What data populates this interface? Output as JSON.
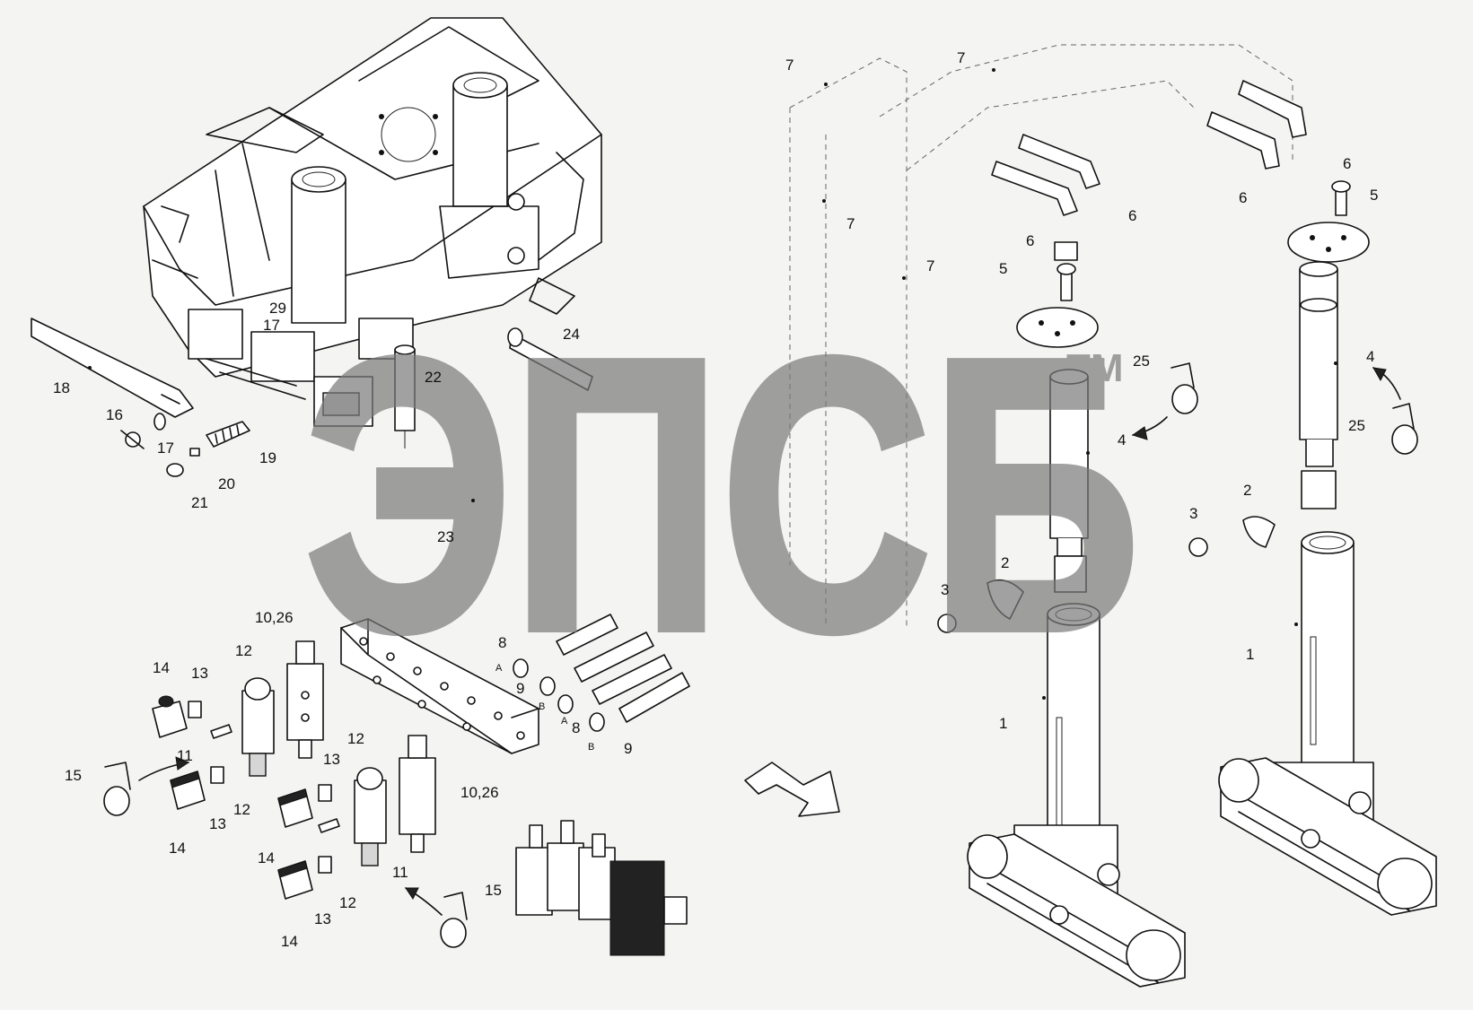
{
  "watermark": {
    "brand": "ЭПСБ",
    "trademark": "TM",
    "color": "#8a8a8a"
  },
  "callouts": [
    {
      "id": "c7a",
      "text": "7"
    },
    {
      "id": "c7b",
      "text": "7"
    },
    {
      "id": "c7c",
      "text": "7"
    },
    {
      "id": "c7d",
      "text": "7"
    },
    {
      "id": "c6a",
      "text": "6"
    },
    {
      "id": "c6b",
      "text": "6"
    },
    {
      "id": "c6c",
      "text": "6"
    },
    {
      "id": "c6d",
      "text": "6"
    },
    {
      "id": "c5a",
      "text": "5"
    },
    {
      "id": "c5b",
      "text": "5"
    },
    {
      "id": "c4a",
      "text": "4"
    },
    {
      "id": "c4b",
      "text": "4"
    },
    {
      "id": "c25a",
      "text": "25"
    },
    {
      "id": "c25b",
      "text": "25"
    },
    {
      "id": "c3a",
      "text": "3"
    },
    {
      "id": "c3b",
      "text": "3"
    },
    {
      "id": "c2a",
      "text": "2"
    },
    {
      "id": "c2b",
      "text": "2"
    },
    {
      "id": "c1a",
      "text": "1"
    },
    {
      "id": "c1b",
      "text": "1"
    },
    {
      "id": "c29",
      "text": "29"
    },
    {
      "id": "c17a",
      "text": "17"
    },
    {
      "id": "c17b",
      "text": "17"
    },
    {
      "id": "c24",
      "text": "24"
    },
    {
      "id": "c22",
      "text": "22"
    },
    {
      "id": "c18",
      "text": "18"
    },
    {
      "id": "c16",
      "text": "16"
    },
    {
      "id": "c19",
      "text": "19"
    },
    {
      "id": "c20",
      "text": "20"
    },
    {
      "id": "c21",
      "text": "21"
    },
    {
      "id": "c23",
      "text": "23"
    },
    {
      "id": "c1026a",
      "text": "10,26"
    },
    {
      "id": "c1026b",
      "text": "10,26"
    },
    {
      "id": "c8a",
      "text": "8"
    },
    {
      "id": "c8b",
      "text": "8"
    },
    {
      "id": "c9a",
      "text": "9"
    },
    {
      "id": "c9b",
      "text": "9"
    },
    {
      "id": "cA1",
      "text": "A"
    },
    {
      "id": "cA2",
      "text": "A"
    },
    {
      "id": "cB1",
      "text": "B"
    },
    {
      "id": "cB2",
      "text": "B"
    },
    {
      "id": "c14a",
      "text": "14"
    },
    {
      "id": "c14b",
      "text": "14"
    },
    {
      "id": "c14c",
      "text": "14"
    },
    {
      "id": "c14d",
      "text": "14"
    },
    {
      "id": "c13a",
      "text": "13"
    },
    {
      "id": "c13b",
      "text": "13"
    },
    {
      "id": "c13c",
      "text": "13"
    },
    {
      "id": "c13d",
      "text": "13"
    },
    {
      "id": "c12a",
      "text": "12"
    },
    {
      "id": "c12b",
      "text": "12"
    },
    {
      "id": "c12c",
      "text": "12"
    },
    {
      "id": "c12d",
      "text": "12"
    },
    {
      "id": "c11a",
      "text": "11"
    },
    {
      "id": "c11b",
      "text": "11"
    },
    {
      "id": "c15a",
      "text": "15"
    },
    {
      "id": "c15b",
      "text": "15"
    }
  ]
}
